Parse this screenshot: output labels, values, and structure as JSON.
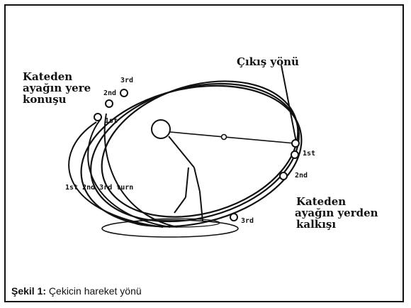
{
  "labels": {
    "landing": [
      "Kateden",
      "ayağın yere",
      "konuşu"
    ],
    "exit": "Çıkış yönü",
    "lift": [
      "Kateden",
      "ayağın yerden",
      "kalkışı"
    ],
    "turns": "1st 2nd 3rd turn",
    "top_marks": [
      "3rd",
      "2nd",
      "1st"
    ],
    "right_marks": [
      "1st",
      "2nd"
    ],
    "bottom_mark": "3rd"
  },
  "caption": {
    "bold": "Şekil 1:",
    "text": " Çekicin hareket yönü"
  },
  "colors": {
    "ink": "#111111",
    "paper": "#ffffff"
  }
}
